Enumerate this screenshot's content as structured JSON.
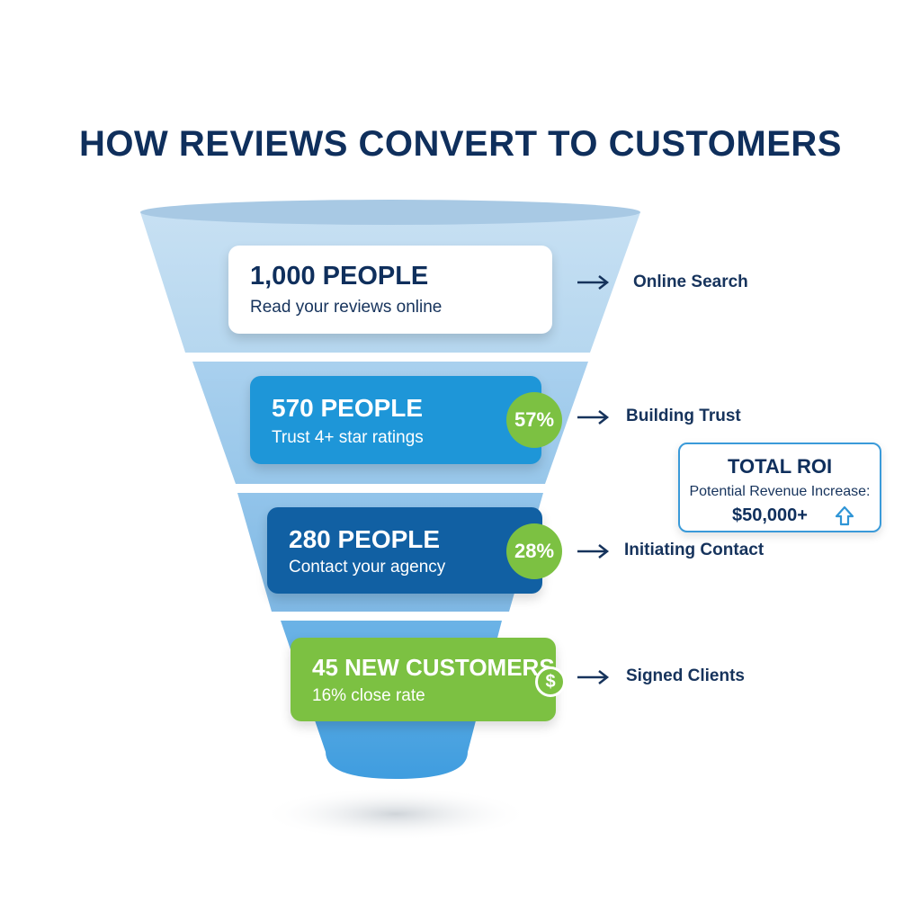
{
  "title": "HOW REVIEWS CONVERT TO CUSTOMERS",
  "stages": [
    {
      "headline": "1,000 PEOPLE",
      "subtext": "Read your reviews online",
      "label": "Online Search"
    },
    {
      "headline": "570 PEOPLE",
      "subtext": "Trust 4+ star ratings",
      "badge": "57%",
      "label": "Building Trust"
    },
    {
      "headline": "280 PEOPLE",
      "subtext": "Contact your agency",
      "badge": "28%",
      "label": "Initiating Contact"
    },
    {
      "headline": "45 NEW CUSTOMERS",
      "subtext": "16% close rate",
      "badge_icon": "$",
      "label": "Signed Clients"
    }
  ],
  "roi": {
    "title": "TOTAL ROI",
    "subtitle": "Potential Revenue Increase:",
    "value": "$50,000+"
  },
  "colors": {
    "title": "#0f2f5c",
    "card_stage1": "#ffffff",
    "card_stage2": "#1e96d8",
    "card_stage3": "#1160a3",
    "card_stage4": "#7cc142",
    "badge": "#7cc142",
    "roi_border": "#3a9ad9"
  }
}
